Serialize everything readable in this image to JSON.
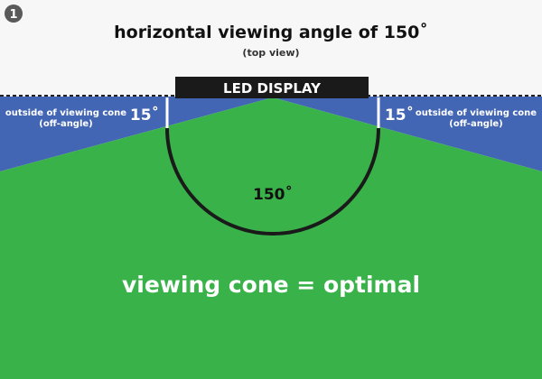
{
  "step_number": "1",
  "title": "horizontal viewing angle of 150˚",
  "subtitle": "(top view)",
  "display_label": "LED DISPLAY",
  "left_zone": {
    "line1": "outside of viewing cone",
    "line2": "(off-angle)",
    "angle": "15˚"
  },
  "right_zone": {
    "line1": "outside of viewing cone",
    "line2": "(off-angle)",
    "angle": "15˚"
  },
  "cone_angle": "150˚",
  "cone_caption": "viewing cone = optimal",
  "colors": {
    "background": "#f7f7f7",
    "cone": "#3ab24a",
    "off_angle": "#4366b4",
    "display": "#1a1a1a",
    "badge": "#5a5a5a"
  }
}
